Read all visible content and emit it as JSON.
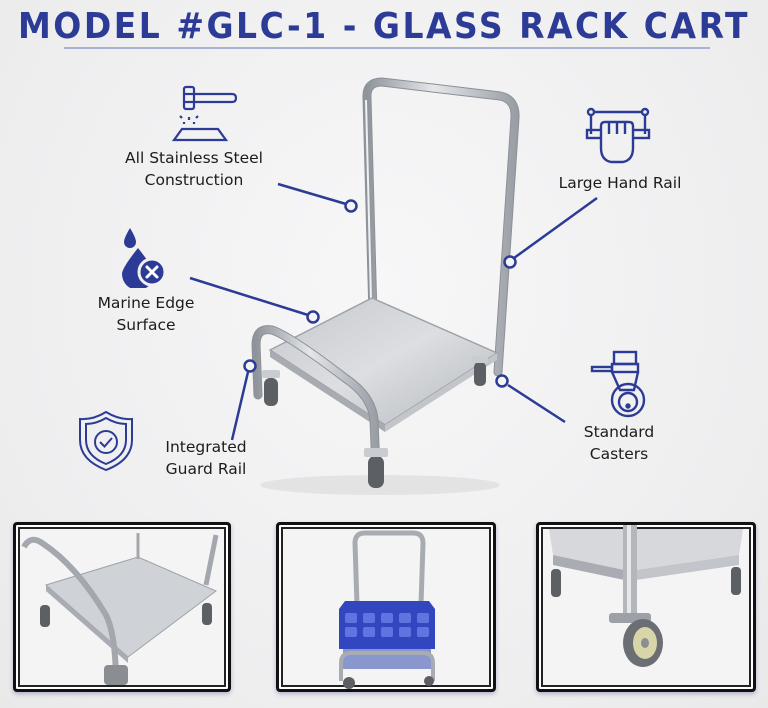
{
  "title": "MODEL #GLC-1 - GLASS RACK CART",
  "colors": {
    "accent": "#2c3b96",
    "title_rule": "#aab1d2",
    "steel": "#b8bcc2",
    "steel_dark": "#8d9198",
    "rack_blue": "#3246c0",
    "frame_border": "#111111",
    "background": "#f1f1f2"
  },
  "features": [
    {
      "id": "stainless",
      "line1": "All Stainless Steel",
      "line2": "Construction",
      "icon": "hammer-anvil-icon"
    },
    {
      "id": "marine-edge",
      "line1": "Marine Edge",
      "line2": "Surface",
      "icon": "water-drop-x-icon"
    },
    {
      "id": "hand-rail",
      "line1": "Large Hand Rail",
      "line2": "",
      "icon": "hand-grip-rail-icon"
    },
    {
      "id": "casters",
      "line1": "Standard",
      "line2": "Casters",
      "icon": "caster-wheel-icon"
    },
    {
      "id": "guard-rail",
      "line1": "Integrated",
      "line2": "Guard Rail",
      "icon": "shield-check-icon"
    }
  ],
  "gallery": [
    {
      "id": "shelf-detail",
      "description": "Close-up of shelf and guard rail"
    },
    {
      "id": "with-rack",
      "description": "Cart loaded with blue glass rack"
    },
    {
      "id": "caster-detail",
      "description": "Close-up of caster wheel"
    }
  ]
}
